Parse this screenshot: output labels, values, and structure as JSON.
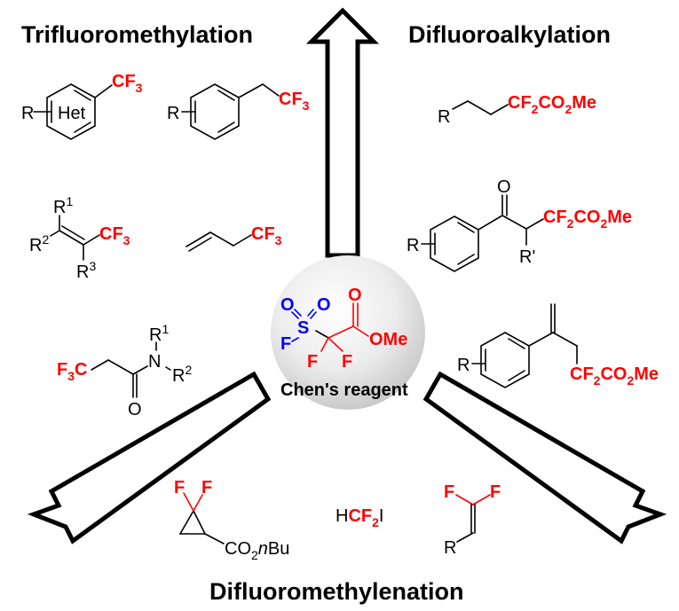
{
  "colors": {
    "highlight": "#ff0000",
    "sulfonyl": "#0000ff",
    "text": "#000000",
    "sphere_light": "#ffffff",
    "sphere_dark": "#c8c8c8"
  },
  "center": {
    "label": "Chen's reagent",
    "fragments": {
      "o1": "O",
      "o2": "O",
      "s": "S",
      "f_s": "F",
      "o_carbonyl": "O",
      "ome": "OMe",
      "f1": "F",
      "f2": "F"
    }
  },
  "sections": {
    "trifluoromethylation": "Trifluoromethylation",
    "difluoroalkylation": "Difluoroalkylation",
    "difluoromethylenation": "Difluoromethylenation"
  },
  "labels": {
    "R": "R",
    "Het": "Het",
    "CF": "CF",
    "three": "3",
    "two": "2",
    "one": "1",
    "C": "C",
    "F": "F",
    "O": "O",
    "N": "N",
    "Rprime": "R'",
    "CO": "CO",
    "Me": "Me",
    "nBu_n": "n",
    "nBu_Bu": "Bu",
    "H": "H",
    "I": "I"
  },
  "structures": [
    {
      "id": "aryl-cf3",
      "group": "trifluoromethylation",
      "description": "R-(het)arene-CF3"
    },
    {
      "id": "benzyl-cf3",
      "group": "trifluoromethylation",
      "description": "R-aryl-CH2CF3"
    },
    {
      "id": "vinyl-cf3",
      "group": "trifluoromethylation",
      "description": "R1R2C=C(R3)CF3"
    },
    {
      "id": "allyl-cf3",
      "group": "trifluoromethylation",
      "description": "allyl-CF3"
    },
    {
      "id": "amide-cf3",
      "group": "trifluoromethylation",
      "description": "F3C-CH2-C(O)NR1R2"
    },
    {
      "id": "alkyl-cf2co2me",
      "group": "difluoroalkylation",
      "description": "R-CH2CH2-CF2CO2Me"
    },
    {
      "id": "ketone-cf2co2me",
      "group": "difluoroalkylation",
      "description": "R-aryl-C(O)CH(R')CF2CO2Me"
    },
    {
      "id": "styrene-cf2co2me",
      "group": "difluoroalkylation",
      "description": "R-aryl-C(=CH2)CH2CF2CO2Me"
    },
    {
      "id": "cyclopropane",
      "group": "difluoromethylenation",
      "description": "gem-difluorocyclopropane CO2nBu"
    },
    {
      "id": "hcf2i",
      "group": "difluoromethylenation",
      "description": "HCF2I"
    },
    {
      "id": "difluoroalkene",
      "group": "difluoromethylenation",
      "description": "R-CH=CF2"
    }
  ]
}
